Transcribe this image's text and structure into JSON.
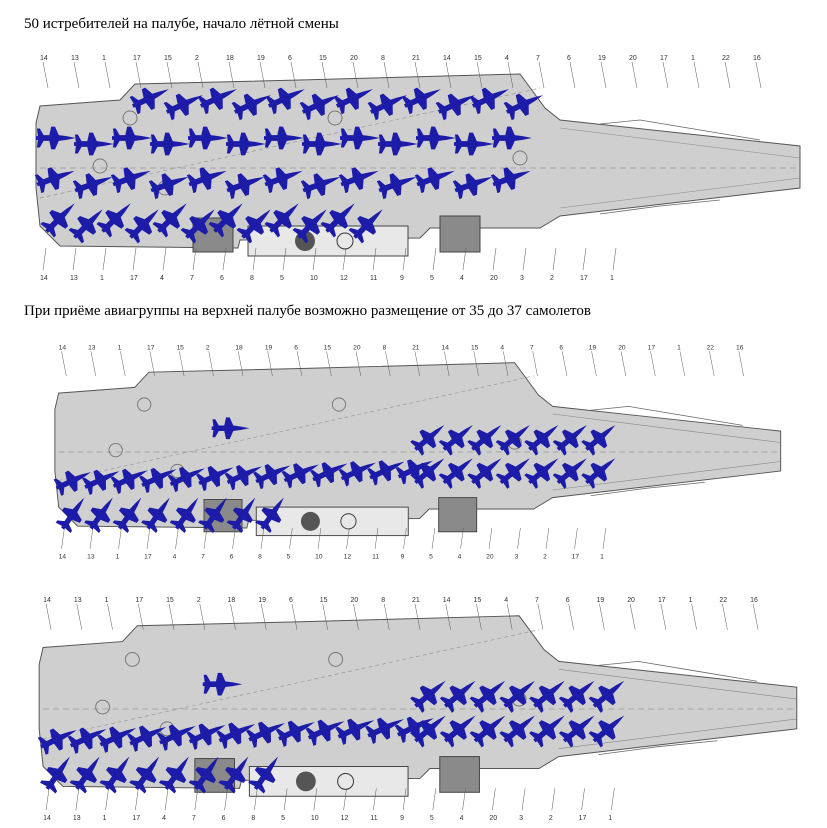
{
  "captions": {
    "top": "50 истребителей на палубе, начало лётной смены",
    "middle": "При приёме авиагруппы на верхней палубе возможно размещение от 35 до 37 самолетов"
  },
  "callouts_top": [
    "14",
    "13",
    "1",
    "17",
    "15",
    "2",
    "18",
    "19",
    "6",
    "15",
    "20",
    "8",
    "21",
    "14",
    "15",
    "4",
    "7",
    "6",
    "19",
    "20",
    "17",
    "1",
    "22",
    "16"
  ],
  "callouts_bottom": [
    "14",
    "13",
    "1",
    "17",
    "4",
    "7",
    "6",
    "8",
    "5",
    "10",
    "12",
    "11",
    "9",
    "5",
    "4",
    "20",
    "3",
    "2",
    "17",
    "1"
  ],
  "colors": {
    "deck": "#cfcfcf",
    "deck_outline": "#555555",
    "aircraft": "#1c1ca8",
    "background": "#ffffff"
  },
  "diagrams": [
    {
      "label_key": "top",
      "aircraft_count": 50
    },
    {
      "label_key": "middle",
      "aircraft_count": 37
    },
    {
      "label_key": "none",
      "aircraft_count": 37
    }
  ]
}
